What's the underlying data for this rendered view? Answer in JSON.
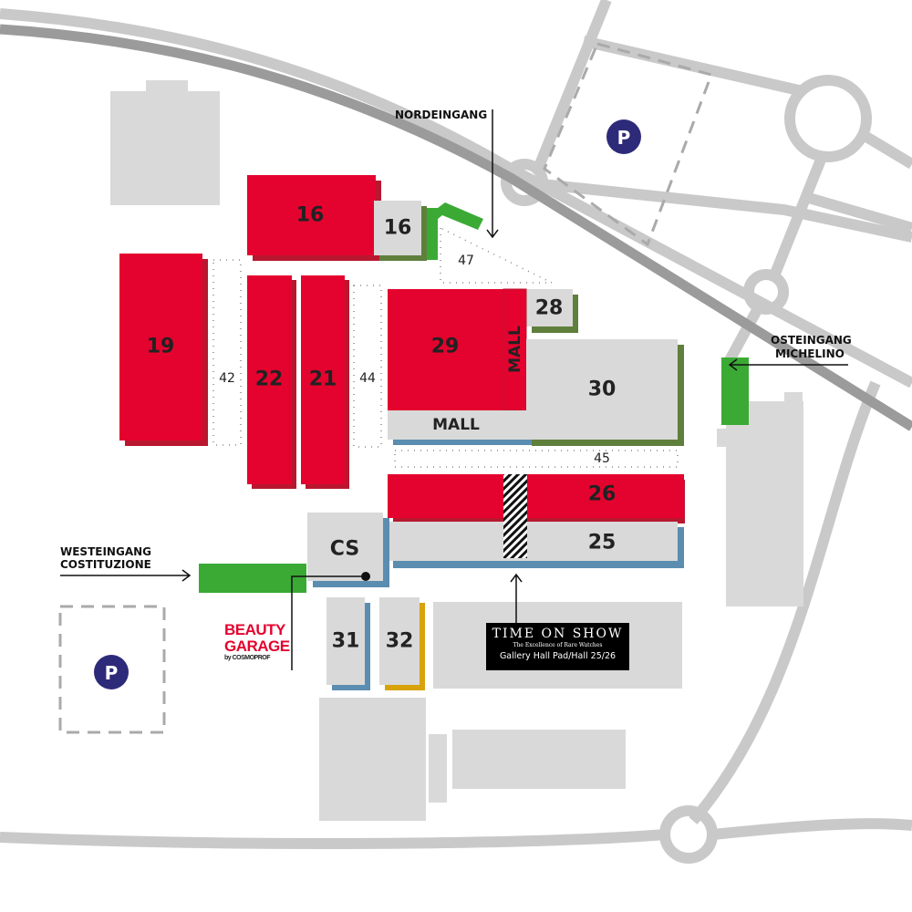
{
  "halls": {
    "h16_red": "16",
    "h16_grey": "16",
    "h19": "19",
    "h22": "22",
    "h21": "21",
    "h29": "29",
    "h28": "28",
    "h30": "30",
    "h26": "26",
    "h25": "25",
    "cs": "CS",
    "h31": "31",
    "h32": "32",
    "mall_h": "MALL",
    "mall_v": "MALL"
  },
  "areas": {
    "a42": "42",
    "a44": "44",
    "a45": "45",
    "a47": "47"
  },
  "entrances": {
    "north": "NORDEINGANG",
    "east_1": "OSTEINGANG",
    "east_2": "MICHELINO",
    "west_1": "WESTEINGANG",
    "west_2": "COSTITUZIONE"
  },
  "parking": {
    "top": "P",
    "bottom": "P"
  },
  "time_on_show": {
    "title": "TIME ON SHOW",
    "subtitle": "The Excellence of Rare Watches",
    "location": "Gallery Hall Pad/Hall 25/26"
  },
  "beauty_garage": {
    "line1": "BEAUTY",
    "line2": "GARAGE",
    "by": "by COSMOPROF"
  },
  "colors": {
    "red": "#e4032e",
    "grey": "#d9d9d9",
    "blue": "#5b8db0",
    "green_shadow": "#5f7f3c",
    "gold": "#d8a20a",
    "entrance_green": "#3aaa35",
    "parking": "#2e2a7a"
  }
}
